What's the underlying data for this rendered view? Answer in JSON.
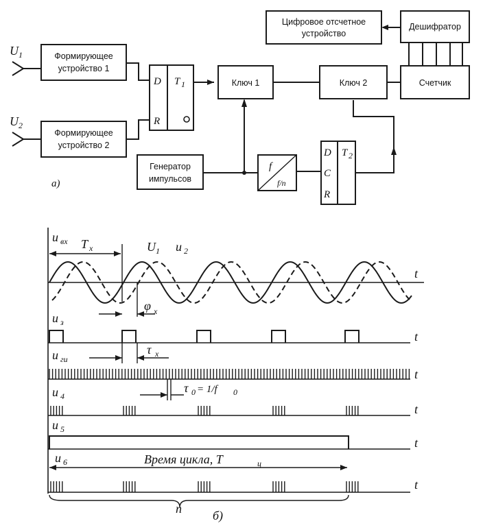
{
  "block_diagram": {
    "inputs": {
      "u1": "U",
      "u1_sub": "1",
      "u2": "U",
      "u2_sub": "2"
    },
    "shaper1": [
      "Формирующее",
      "устройство 1"
    ],
    "shaper2": [
      "Формирующее",
      "устройство 2"
    ],
    "trigger1": {
      "d": "D",
      "r": "R",
      "name": "T",
      "sub": "1"
    },
    "key1": "Ключ 1",
    "key2": "Ключ 2",
    "counter": "Счетчик",
    "decoder": "Дешифратор",
    "display": [
      "Цифровое отсчетное",
      "устройство"
    ],
    "generator": [
      "Генератор",
      "импульсов"
    ],
    "divider": {
      "top": "f",
      "bottom": "f/n"
    },
    "trigger2": {
      "d": "D",
      "c": "C",
      "r": "R",
      "name": "T",
      "sub": "2"
    },
    "caption": "a)"
  },
  "timing_diagram": {
    "rows": [
      {
        "label": "u",
        "sub": "вх"
      },
      {
        "label": "u",
        "sub": "з"
      },
      {
        "label": "u",
        "sub": "ги"
      },
      {
        "label": "u",
        "sub": "4"
      },
      {
        "label": "u",
        "sub": "5"
      },
      {
        "label": "u",
        "sub": "6"
      }
    ],
    "t_label": "t",
    "period_label": "T",
    "period_sub": "x",
    "wave1_label": "U",
    "wave1_sub": "1",
    "wave2_label": "u",
    "wave2_sub": "2",
    "phase_label": "φ",
    "phase_sub": "x",
    "pulse_width_label": "τ",
    "pulse_width_sub": "x",
    "clock_period_text": "τ",
    "clock_period_sub": "0",
    "clock_period_eq": "= 1/f",
    "clock_period_eq_sub": "0",
    "cycle_time": "Время цикла, T",
    "cycle_time_sub": "ц",
    "n_label": "n",
    "caption": "б)"
  }
}
